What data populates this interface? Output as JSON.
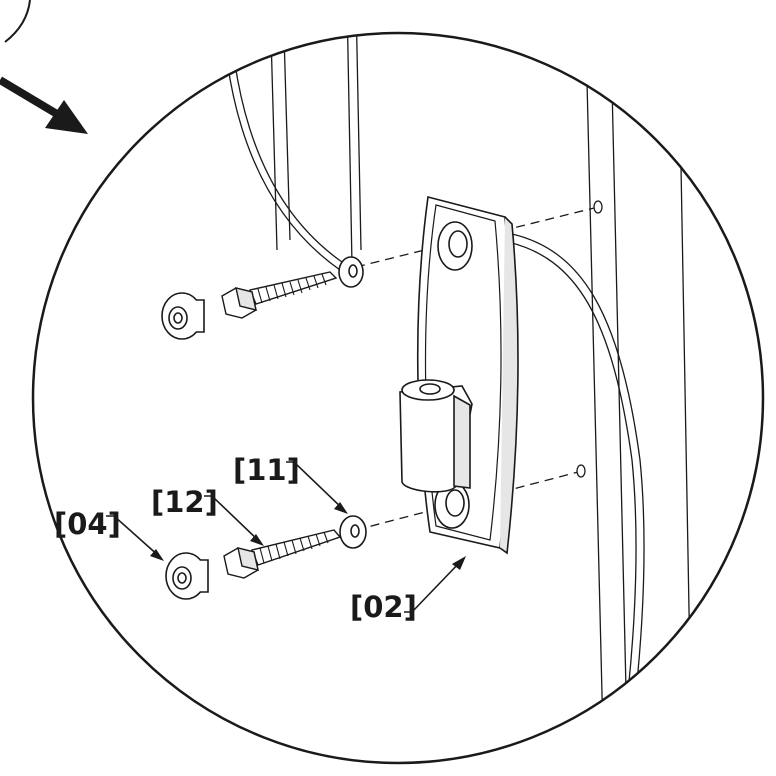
{
  "callouts": {
    "part_04": "[04]",
    "part_12": "[12]",
    "part_11": "[11]",
    "part_02": "[02]"
  },
  "colors": {
    "line": "#1a1a1a",
    "fill": "#ffffff",
    "shade": "#dcdcdc"
  }
}
